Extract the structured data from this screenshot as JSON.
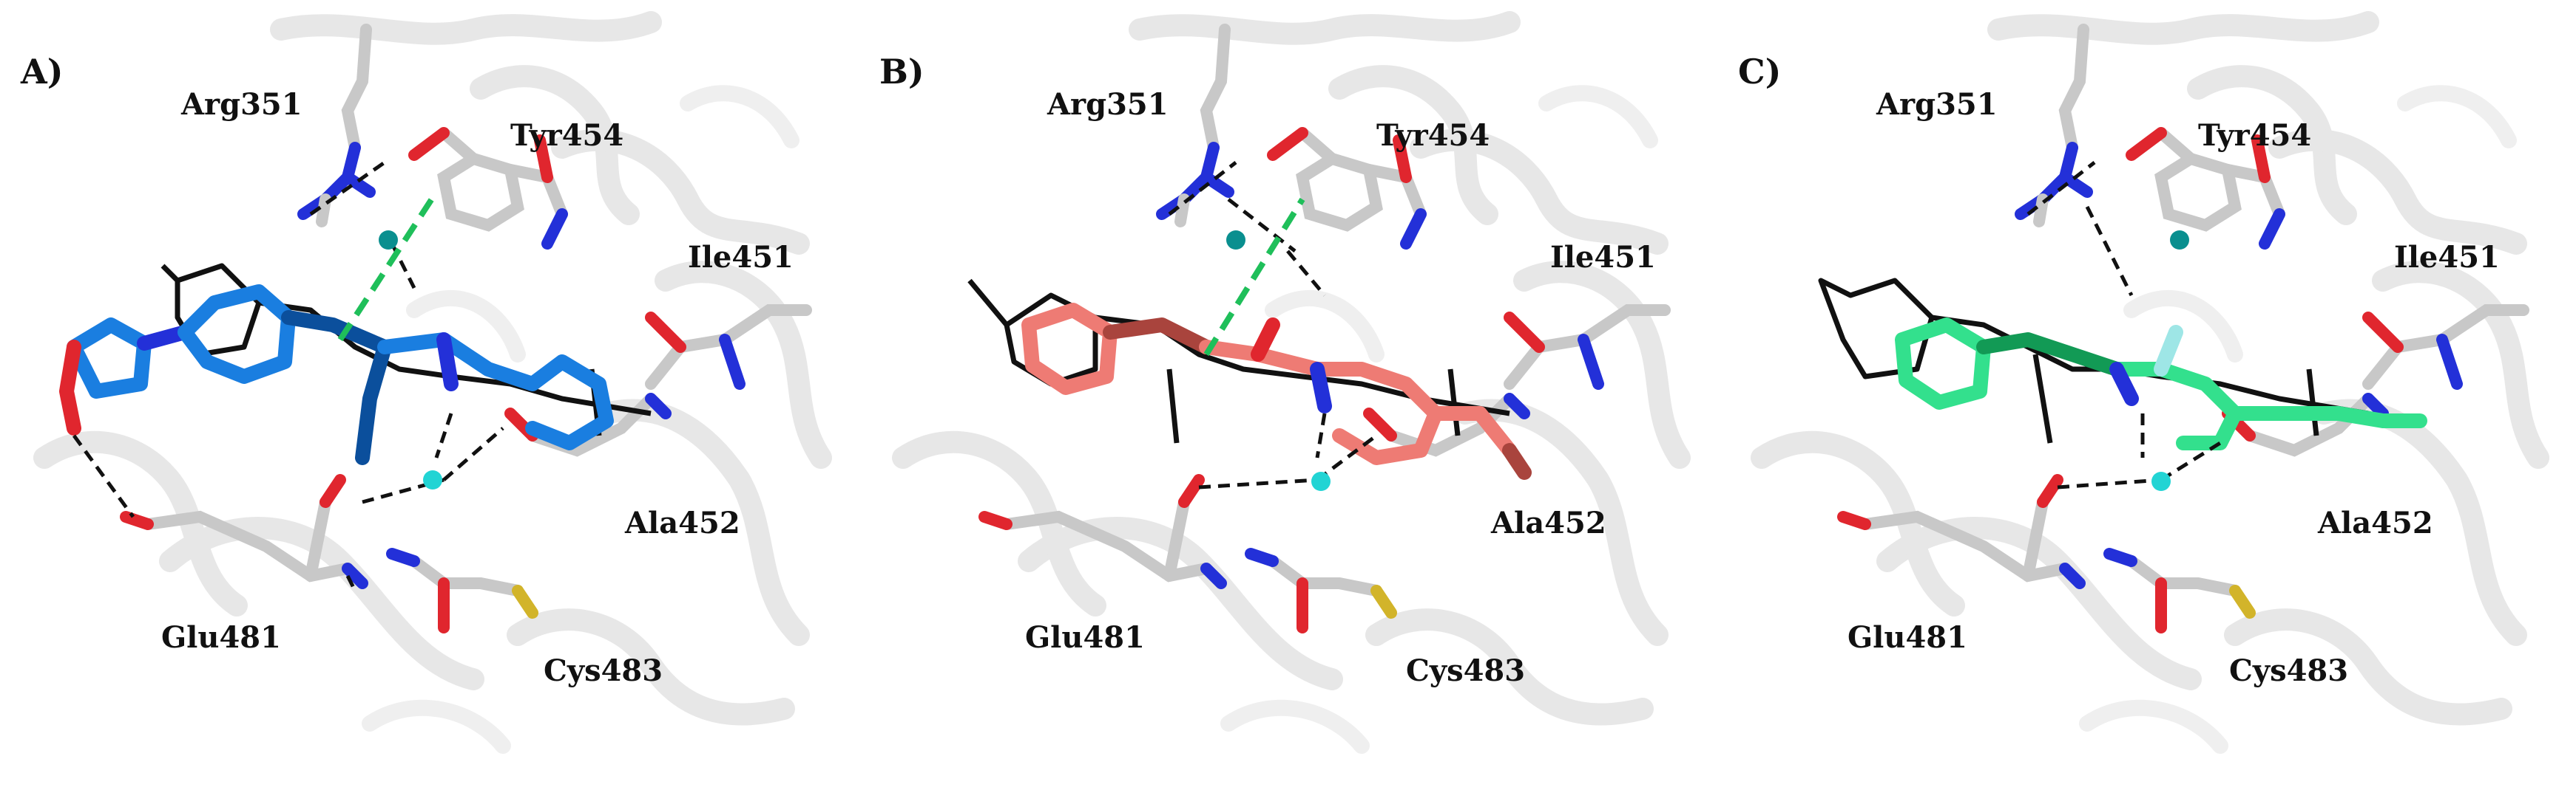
{
  "figure": {
    "panels": [
      {
        "letter": "A)",
        "ligand_color": "#1a7ee0",
        "ligand_dark": "#0b4f9c",
        "residues": {
          "arg": "Arg351",
          "tyr": "Tyr454",
          "ile": "Ile451",
          "ala": "Ala452",
          "glu": "Glu481",
          "cys": "Cys483"
        }
      },
      {
        "letter": "B)",
        "ligand_color": "#ee7b74",
        "ligand_dark": "#a9443d",
        "residues": {
          "arg": "Arg351",
          "tyr": "Tyr454",
          "ile": "Ile451",
          "ala": "Ala452",
          "glu": "Glu481",
          "cys": "Cys483"
        }
      },
      {
        "letter": "C)",
        "ligand_color": "#33e08d",
        "ligand_dark": "#129a55",
        "residues": {
          "arg": "Arg351",
          "tyr": "Tyr454",
          "ile": "Ile451",
          "ala": "Ala452",
          "glu": "Glu481",
          "cys": "Cys483"
        }
      }
    ],
    "colors": {
      "protein_ribbon": "#e4e4e4",
      "carbon": "#c8c8c8",
      "nitrogen": "#2330d8",
      "oxygen": "#e0262e",
      "sulfur": "#d2b42a",
      "fluorine": "#9ee6e6",
      "water": "#22d4d4",
      "water_dark": "#0a8f8f",
      "hbond": "#111111",
      "pi_contact": "#1fbf5a",
      "reference_ligand": "#111111"
    }
  }
}
